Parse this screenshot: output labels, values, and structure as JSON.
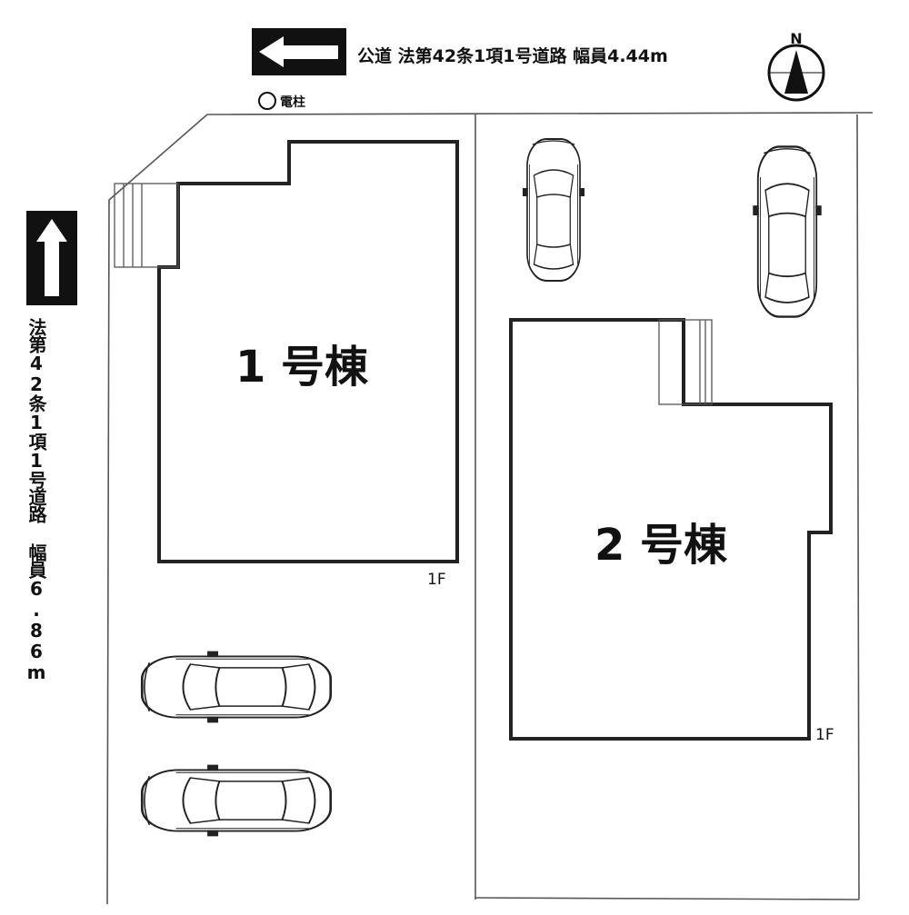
{
  "roads": {
    "top": {
      "label": "公道 法第42条1項1号道路 幅員4.44m"
    },
    "left": {
      "label": "法第42条1項1号道路 幅員6.86m"
    }
  },
  "utility_pole": {
    "label": "電柱"
  },
  "compass": {
    "label": "N"
  },
  "buildings": [
    {
      "name": "1 号棟",
      "floor": "1F"
    },
    {
      "name": "2 号棟",
      "floor": "1F"
    }
  ],
  "colors": {
    "line": "#111111",
    "thin_line": "#555555",
    "background": "#ffffff"
  }
}
